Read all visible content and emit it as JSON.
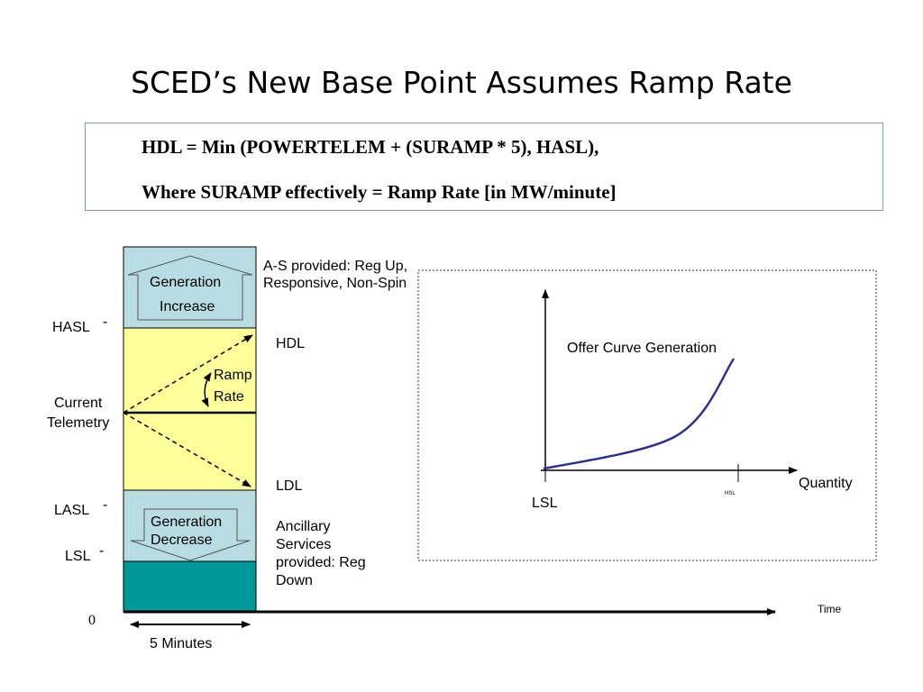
{
  "slide": {
    "title": "SCED’s New Base Point Assumes Ramp Rate",
    "formula_line1": "HDL = Min (POWERTELEM + (SURAMP * 5), HASL),",
    "formula_line2": "Where SURAMP effectively = Ramp Rate [in MW/minute]"
  },
  "diagram": {
    "generation_increase": [
      "Generation",
      "Increase"
    ],
    "generation_decrease": [
      "Generation",
      "Decrease"
    ],
    "as_provided": [
      "A-S provided: Reg Up,",
      "Responsive, Non-Spin"
    ],
    "ancillary": [
      "Ancillary",
      "Services",
      "provided: Reg",
      "Down"
    ],
    "hdl": "HDL",
    "ldl": "LDL",
    "ramp_rate": [
      "Ramp",
      "Rate"
    ],
    "hasl": "HASL",
    "current_telemetry": [
      "Current",
      "Telemetry"
    ],
    "lasl": "LASL",
    "lsl": "LSL",
    "zero": "0",
    "five_minutes": "5 Minutes",
    "time": "Time",
    "tick_mark": "-"
  },
  "offer_curve": {
    "title": "Offer Curve Generation",
    "x_label": "Quantity",
    "lsl": "LSL",
    "hsl": "HSL"
  },
  "colors": {
    "reg_up_band": "#b7dde3",
    "dispatch_band": "#ffff99",
    "reg_down_band": "#b7dde3",
    "lsl_band": "#009999",
    "curve": "#2e3192",
    "box_border": "#7f9cc0"
  }
}
